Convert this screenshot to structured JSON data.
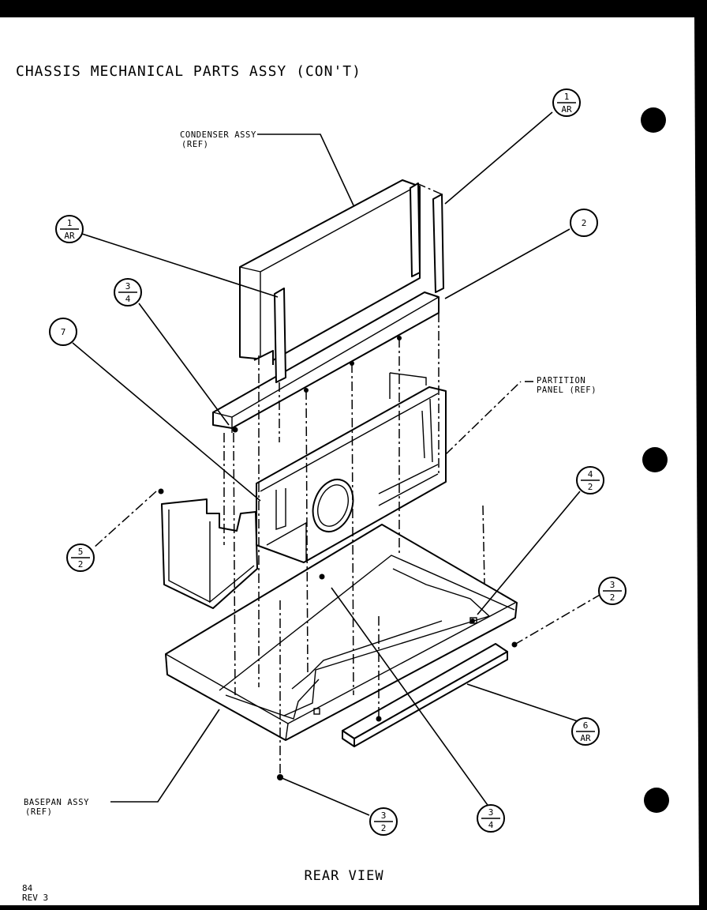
{
  "title": "CHASSIS MECHANICAL PARTS ASSY (CON'T)",
  "view_label": "REAR VIEW",
  "footer": {
    "page": "84",
    "rev": "REV 3"
  },
  "labels": {
    "condenser": [
      "CONDENSER ASSY",
      "(REF)"
    ],
    "partition": [
      "PARTITION",
      "PANEL (REF)"
    ],
    "basepan": [
      "BASEPAN ASSY",
      "(REF)"
    ]
  },
  "callouts": [
    {
      "id": "c1",
      "top": "1",
      "bottom": "AR"
    },
    {
      "id": "c2",
      "top": "1",
      "bottom": "AR"
    },
    {
      "id": "c3",
      "top": "2",
      "bottom": ""
    },
    {
      "id": "c4",
      "top": "3",
      "bottom": "4"
    },
    {
      "id": "c5",
      "top": "7",
      "bottom": ""
    },
    {
      "id": "c6",
      "top": "5",
      "bottom": "2"
    },
    {
      "id": "c7",
      "top": "4",
      "bottom": "2"
    },
    {
      "id": "c8",
      "top": "3",
      "bottom": "2"
    },
    {
      "id": "c9",
      "top": "6",
      "bottom": "AR"
    },
    {
      "id": "c10",
      "top": "3",
      "bottom": "2"
    },
    {
      "id": "c11",
      "top": "3",
      "bottom": "4"
    }
  ]
}
